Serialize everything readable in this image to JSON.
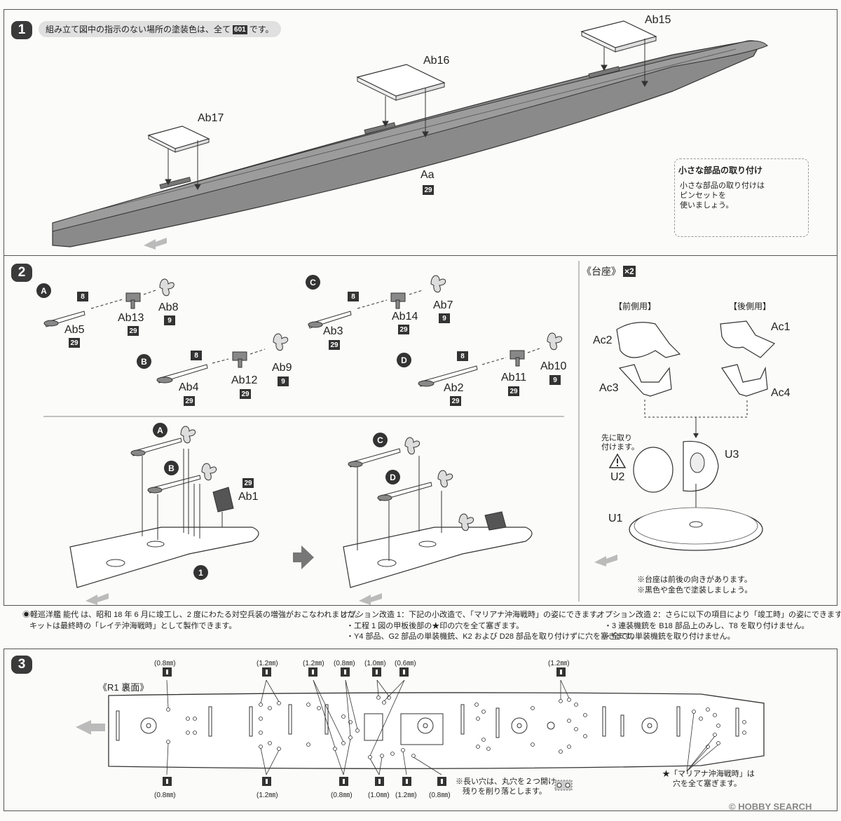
{
  "step1": {
    "number": "1",
    "instruction": {
      "before": "組み立て図中の指示のない場所の塗装色は、全て",
      "badge": "601",
      "after": "です。"
    },
    "parts": {
      "ab15": "Ab15",
      "ab16": "Ab16",
      "ab17": "Ab17",
      "aa": "Aa",
      "aa_code": "29"
    },
    "tip": {
      "title": "小さな部品の取り付け",
      "lines": [
        "小さな部品の取り付けは",
        "ピンセットを",
        "使いましょう。"
      ]
    }
  },
  "step2": {
    "number": "2",
    "subassemblies": {
      "a": {
        "letter": "A",
        "shaft_code": "8",
        "shaft": "Ab5",
        "shaft_color": "29",
        "bracket": "Ab13",
        "bracket_color": "29",
        "prop": "Ab8",
        "prop_color": "9"
      },
      "b": {
        "letter": "B",
        "shaft_code": "8",
        "shaft": "Ab4",
        "shaft_color": "29",
        "bracket": "Ab12",
        "bracket_color": "29",
        "prop": "Ab9",
        "prop_color": "9"
      },
      "c": {
        "letter": "C",
        "shaft_code": "8",
        "shaft": "Ab3",
        "shaft_color": "29",
        "bracket": "Ab14",
        "bracket_color": "29",
        "prop": "Ab7",
        "prop_color": "9"
      },
      "d": {
        "letter": "D",
        "shaft_code": "8",
        "shaft": "Ab2",
        "shaft_color": "29",
        "bracket": "Ab11",
        "bracket_color": "29",
        "prop": "Ab10",
        "prop_color": "9"
      }
    },
    "rudder": {
      "code": "29",
      "label": "Ab1"
    },
    "step_ref": "1",
    "stand": {
      "title": "《台座》",
      "multiplier": "×2",
      "front": "【前側用】",
      "rear": "【後側用】",
      "parts": {
        "ac1": "Ac1",
        "ac2": "Ac2",
        "ac3": "Ac3",
        "ac4": "Ac4",
        "u1": "U1",
        "u2": "U2",
        "u3": "U3"
      },
      "caution": "先に取り付けます。",
      "caution_line1": "先に取り",
      "caution_line2": "付けます。",
      "notes": [
        "※台座は前後の向きがあります。",
        "※黒色や金色で塗装しましょう。"
      ]
    }
  },
  "history": {
    "left": [
      "◉軽巡洋艦 能代 は、昭和 18 年 6 月に竣工し、2 度にわたる対空兵装の増強がおこなわれました。",
      "キットは最終時の「レイテ沖海戦時」として製作できます。"
    ],
    "mid": [
      "オプション改造 1：下記の小改造で、「マリアナ沖海戦時」の姿にできます。",
      "・工程 1 図の甲板後部の★印の穴を全て塞ぎます。",
      "・Y4 部品、G2 部品の単装機銃、K2 および D28 部品を取り付けずに穴を塞ぎます。"
    ],
    "right": [
      "オプション改造 2：さらに以下の項目により「竣工時」の姿にできます。",
      "・3 連装機銃を B18 部品上のみし、T8 を取り付けません。",
      "・全ての単装機銃を取り付けません。"
    ]
  },
  "step3": {
    "number": "3",
    "label": "《R1 裏面》",
    "top_sizes": [
      "(0.8㎜)",
      "(1.2㎜)",
      "(1.2㎜)",
      "(0.8㎜)",
      "(1.0㎜)",
      "(0.6㎜)",
      "(1.2㎜)"
    ],
    "bottom_sizes": [
      "(0.8㎜)",
      "(1.2㎜)",
      "(0.8㎜)",
      "(1.0㎜)",
      "(1.2㎜)",
      "(0.8㎜)"
    ],
    "hole_note": [
      "※長い穴は、丸穴を２つ開け",
      "残りを削り落とします。"
    ],
    "star_note": [
      "★「マリアナ沖海戦時」は",
      "穴を全て塞ぎます。"
    ]
  },
  "watermark": "© HOBBY SEARCH"
}
